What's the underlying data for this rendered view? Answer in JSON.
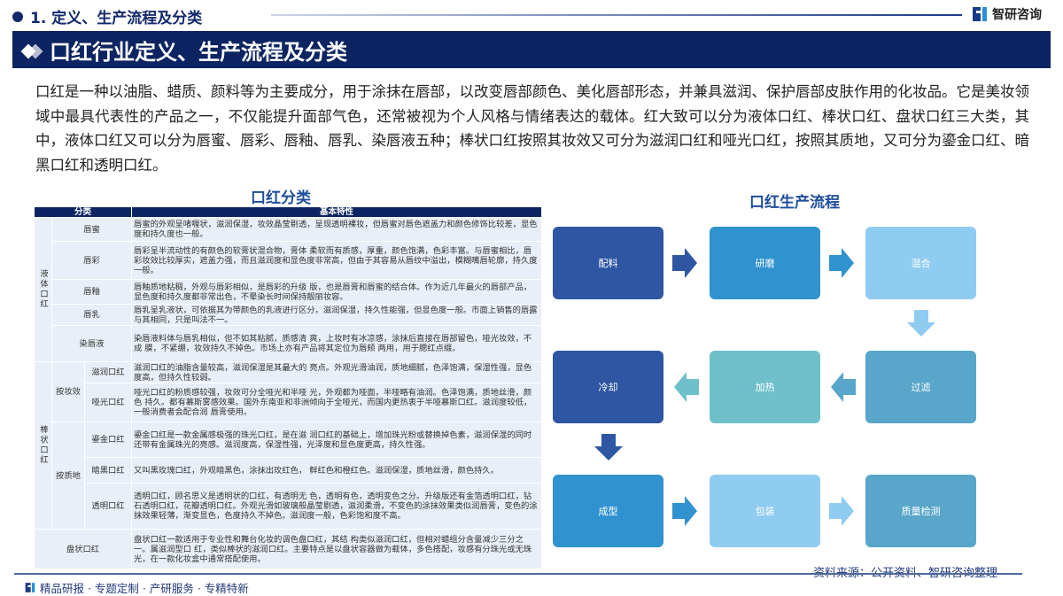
{
  "header": {
    "section": "1. 定义、生产流程及分类",
    "brand": "智研咨询",
    "banner": "口红行业定义、生产流程及分类"
  },
  "intro": "口红是一种以油脂、蜡质、颜料等为主要成分，用于涂抹在唇部，以改变唇部颜色、美化唇部形态，并兼具滋润、保护唇部皮肤作用的化妆品。它是美妆领域中最具代表性的产品之一，不仅能提升面部气色，还常被视为个人风格与情绪表达的载体。红大致可以分为液体口红、棒状口红、盘状口红三大类，其中，液体口红又可以分为唇蜜、唇彩、唇釉、唇乳、染唇液五种；棒状口红按照其妆效又可分为滋润口红和哑光口红，按照其质地，又可分为鎏金口红、暗黑口红和透明口红。",
  "table": {
    "title": "口红分类",
    "headers": [
      "分类",
      "基本特性"
    ],
    "liquid": "液体口红",
    "stick": "棒状口红",
    "by_effect": "按妆效",
    "by_texture": "按质地",
    "rows": [
      {
        "name": "唇蜜",
        "desc": "唇蜜的外观呈啫喱状，滋润保湿，妆效晶莹剔透，呈现透明裸妆，但唇蜜对唇色遮盖力和颜色修饰比较差，显色度和持久度也一般。"
      },
      {
        "name": "唇彩",
        "desc": "唇彩呈半流动性的有颜色的软膏状混合物，膏体 柔软而有质感，厚重，颜色饱满，色彩丰富。与唇蜜相比，唇彩妆效比较厚实，遮盖力强，而且滋润度和显色度非常高，但由于其容易从唇纹中溢出，模糊嘴唇轮廓，持久度一般。"
      },
      {
        "name": "唇釉",
        "desc": "唇釉质地粘稠，外观与唇彩相似，是唇彩的升级 版，也是唇膏和唇蜜的结合体。作为近几年最火的唇部产品，显色度和持久度都非常出色，不晕染长时间保持靓丽妆容。"
      },
      {
        "name": "唇乳",
        "desc": "唇乳呈乳液状，可依据其为带颜色的乳液进行区分，滋润保湿，持久性能强，但显色度一般。市面上销售的唇露与其相同，只是叫法不一。"
      },
      {
        "name": "染唇液",
        "desc": "染唇液料体与唇乳相似，但不如其粘腻，质感清 爽，上妆时有冰凉感，涂抹后直接在唇部留色，哑光妆效，不成 膜，不紧绷，妆效持久不掉色。市场上亦有产品将其定位为唇颊 两用，用于腮红点缀。"
      },
      {
        "name": "滋润口红",
        "desc": "滋润口红的油脂含量较高，滋润保湿是其最大的 亮点。外观光滑油润，质地细腻，色泽饱满，保湿性强，显色度高，但持久性较弱。"
      },
      {
        "name": "哑光口红",
        "desc": "哑光口红的粉质感较强，妆效可分全哑光和半哑 光，外观都为哑面，半哑略有油润。色泽饱满，质地丝滑，颜色 持久。都有慕斯雾感效果。国外东南亚和非洲倾向于全哑光，而国内更热衷于半哑慕斯口红。滋润度较低，一般消费者会配合润 唇膏使用。"
      },
      {
        "name": "鎏金口红",
        "desc": "鎏金口红是一款金属感极强的珠光口红，是在滋 润口红的基础上，增加珠光粉或替换掉色素，滋润保湿的同时还带有金属珠光的亮感。滋润度高，保湿性强，光泽度和显色度更高，持久性强。"
      },
      {
        "name": "暗黑口红",
        "desc": "又叫黑玫瑰口红，外观暗黑色，涂抹出玫红色， 鲜红色和橙红色。滋润保湿，质地丝滑，颜色持久。"
      },
      {
        "name": "透明口红",
        "desc": "透明口红，顾名思义是透明状的口红，有透明无 色，透明有色，透明变色之分。升级版还有金箔透明口红，钻石透明口红，花瓣透明口红。外观光滑如玻璃般晶莹剔透，滋润柔滑，不变色的涂抹效果类似润唇膏，变色的涂抹效果轻薄，渐变显色，色度持久不掉色。滋润度一般，色彩饱和度不高。"
      },
      {
        "name": "盘状口红",
        "desc": "盘状口红一款适用于专业性和舞台化妆的调色盘口红，其结 构类似滋润口红，但相对蜡组分含量减少三分之一。属滋润型口 红，类似棒状的滋润口红。主要特点是以盘状容器做为载体，多色搭配，妆感有分珠光或无珠光，在一款化妆盒中通常搭配使用。"
      }
    ]
  },
  "flow": {
    "title": "口红生产流程",
    "steps": [
      "配料",
      "研磨",
      "混合",
      "过滤",
      "加热",
      "冷却",
      "成型",
      "包装",
      "质量检测"
    ],
    "colors": {
      "dark": "#2e56a2",
      "mid": "#3092cf",
      "light": "#90ccf1",
      "steel": "#58a6c9",
      "teal": "#6fc0cb"
    }
  },
  "footer": {
    "source": "资料来源：公开资料、智研咨询整理",
    "slogan": "精品研报 · 专题定制 · 产研服务 · 专精特新"
  }
}
